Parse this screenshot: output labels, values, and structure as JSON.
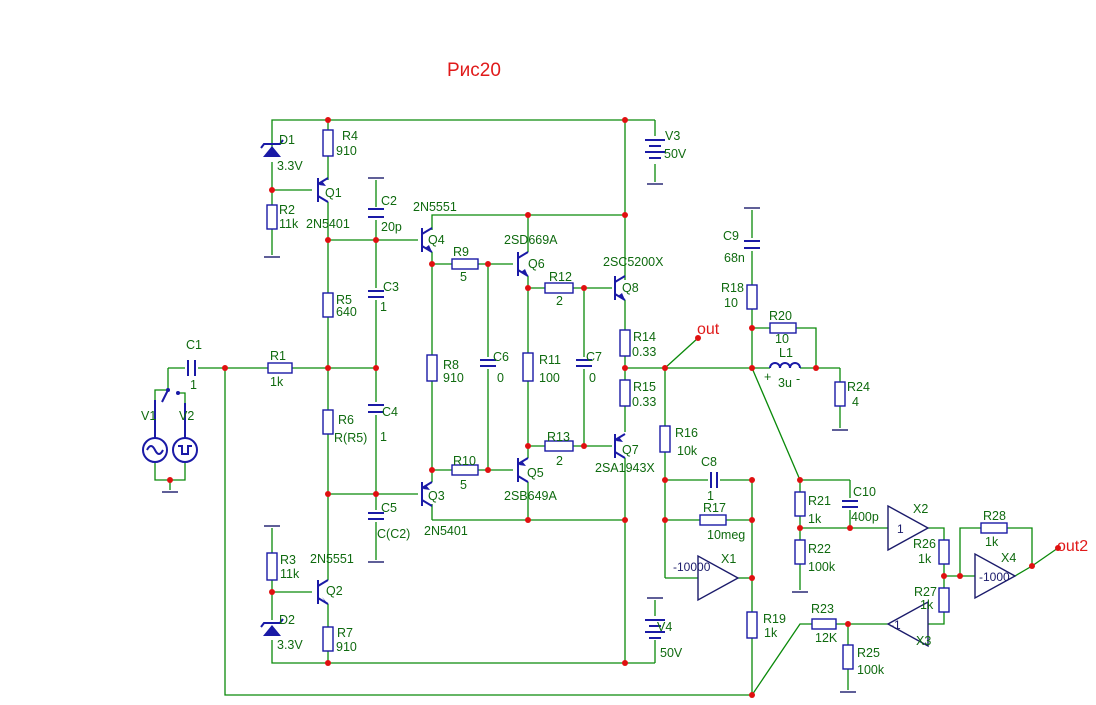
{
  "title": "Рис20",
  "outputs": {
    "out": "out",
    "out2": "out2"
  },
  "sources": {
    "V1": "V1",
    "V2": "V2",
    "V3": {
      "name": "V3",
      "value": "50V"
    },
    "V4": {
      "name": "V4",
      "value": "50V"
    }
  },
  "resistors": {
    "R1": {
      "name": "R1",
      "value": "1k"
    },
    "R2": {
      "name": "R2",
      "value": "11k"
    },
    "R3": {
      "name": "R3",
      "value": "11k"
    },
    "R4": {
      "name": "R4",
      "value": "910"
    },
    "R5": {
      "name": "R5",
      "value": "640"
    },
    "R6": {
      "name": "R6",
      "value": "R(R5)"
    },
    "R7": {
      "name": "R7",
      "value": "910"
    },
    "R8": {
      "name": "R8",
      "value": "910"
    },
    "R9": {
      "name": "R9",
      "value": "5"
    },
    "R10": {
      "name": "R10",
      "value": "5"
    },
    "R11": {
      "name": "R11",
      "value": "100"
    },
    "R12": {
      "name": "R12",
      "value": "2"
    },
    "R13": {
      "name": "R13",
      "value": "2"
    },
    "R14": {
      "name": "R14",
      "value": "0.33"
    },
    "R15": {
      "name": "R15",
      "value": "0.33"
    },
    "R16": {
      "name": "R16",
      "value": "10k"
    },
    "R17": {
      "name": "R17",
      "value": "10meg"
    },
    "R18": {
      "name": "R18",
      "value": "10"
    },
    "R19": {
      "name": "R19",
      "value": "1k"
    },
    "R20": {
      "name": "R20",
      "value": "10"
    },
    "R21": {
      "name": "R21",
      "value": "1k"
    },
    "R22": {
      "name": "R22",
      "value": "100k"
    },
    "R23": {
      "name": "R23",
      "value": "12K"
    },
    "R24": {
      "name": "R24",
      "value": "4"
    },
    "R25": {
      "name": "R25",
      "value": "100k"
    },
    "R26": {
      "name": "R26",
      "value": "1k"
    },
    "R27": {
      "name": "R27",
      "value": "1k"
    },
    "R28": {
      "name": "R28",
      "value": "1k"
    }
  },
  "capacitors": {
    "C1": {
      "name": "C1",
      "value": "1"
    },
    "C2": {
      "name": "C2",
      "value": "20p"
    },
    "C3": {
      "name": "C3",
      "value": "1"
    },
    "C4": {
      "name": "C4",
      "value": "1"
    },
    "C5": {
      "name": "C5",
      "value": "C(C2)"
    },
    "C6": {
      "name": "C6",
      "value": "0"
    },
    "C7": {
      "name": "C7",
      "value": "0"
    },
    "C8": {
      "name": "C8",
      "value": "1"
    },
    "C9": {
      "name": "C9",
      "value": "68n"
    },
    "C10": {
      "name": "C10",
      "value": "400p"
    }
  },
  "inductors": {
    "L1": {
      "name": "L1",
      "value": "3u",
      "plus": "+",
      "minus": "-"
    }
  },
  "diodes": {
    "D1": {
      "name": "D1",
      "value": "3.3V"
    },
    "D2": {
      "name": "D2",
      "value": "3.3V"
    }
  },
  "transistors": {
    "Q1": {
      "name": "Q1",
      "part": "2N5401"
    },
    "Q2": {
      "name": "Q2",
      "part": "2N5551"
    },
    "Q3": {
      "name": "Q3",
      "part": "2N5401"
    },
    "Q4": {
      "name": "Q4",
      "part": "2N5551"
    },
    "Q5": {
      "name": "Q5",
      "part": "2SB649A"
    },
    "Q6": {
      "name": "Q6",
      "part": "2SD669A"
    },
    "Q7": {
      "name": "Q7",
      "part": "2SA1943X"
    },
    "Q8": {
      "name": "Q8",
      "part": "2SC5200X"
    }
  },
  "amplifiers": {
    "X1": {
      "name": "X1",
      "gain": "-10000"
    },
    "X2": {
      "name": "X2",
      "gain": "1"
    },
    "X3": {
      "name": "X3",
      "gain": "-1"
    },
    "X4": {
      "name": "X4",
      "gain": "-1000"
    }
  },
  "colors": {
    "wire": "#0a8a0a",
    "device": "#1a1aa6",
    "node": "#e01010",
    "label": "#0f6a0f",
    "title": "#e01a1a"
  }
}
